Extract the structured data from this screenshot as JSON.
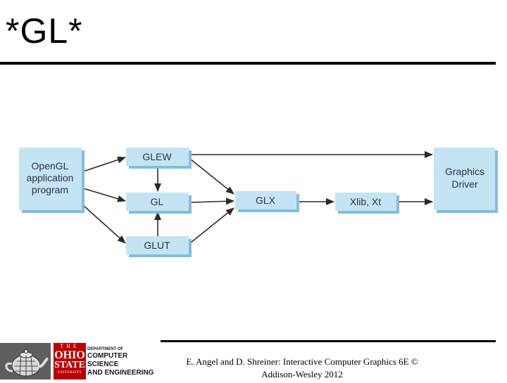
{
  "slide": {
    "title": "*GL*"
  },
  "diagram": {
    "nodes": {
      "app": {
        "lines": [
          "OpenGL",
          "application",
          "program"
        ]
      },
      "glew": {
        "lines": [
          "GLEW"
        ]
      },
      "gl": {
        "lines": [
          "GL"
        ]
      },
      "glut": {
        "lines": [
          "GLUT"
        ]
      },
      "glx": {
        "lines": [
          "GLX"
        ]
      },
      "xlib": {
        "lines": [
          "Xlib, Xt"
        ]
      },
      "driver": {
        "lines": [
          "Graphics",
          "Driver"
        ]
      }
    },
    "colors": {
      "box_fill": "#c5e4f3",
      "box_shadow": "#7fbfe0",
      "text": "#2b3440",
      "arrow": "#2a2a2a"
    }
  },
  "footer": {
    "logo": {
      "the": "THE",
      "ohio": "OHIO",
      "state": "STATE",
      "university": "UNIVERSITY",
      "department": "DEPARTMENT OF",
      "computer_science": "COMPUTER SCIENCE",
      "engineering": "AND ENGINEERING"
    },
    "credit_line1": "E. Angel and D. Shreiner: Interactive Computer Graphics 6E ©",
    "credit_line2": "Addison-Wesley 2012"
  }
}
